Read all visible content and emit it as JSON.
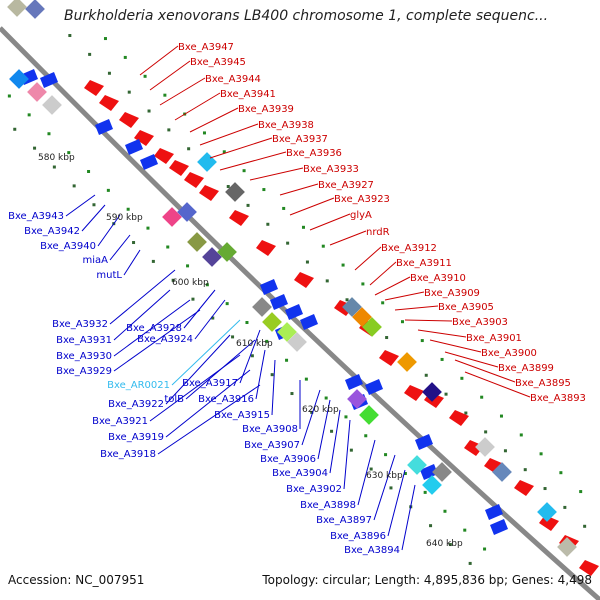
{
  "header": {
    "title": "Burkholderia xenovorans LB400 chromosome 1, complete sequenc..."
  },
  "footer": {
    "accession": "Accession: NC_007951",
    "summary": "Topology: circular; Length: 4,895,836 bp; Genes: 4,498"
  },
  "colors": {
    "forward_label": "#cc0000",
    "reverse_label": "#0000cc",
    "rna_label": "#33bbee",
    "backbone": "#888888",
    "forward_cds": "#ee1111",
    "reverse_cds": "#1133ee"
  },
  "scale": [
    {
      "text": "580 kbp"
    },
    {
      "text": "590 kbp"
    },
    {
      "text": "600 kbp"
    },
    {
      "text": "610 kbp"
    },
    {
      "text": "620 kbp"
    },
    {
      "text": "630 kbp"
    },
    {
      "text": "640 kbp"
    }
  ],
  "forward_genes": [
    "Bxe_A3947",
    "Bxe_A3945",
    "Bxe_A3944",
    "Bxe_A3941",
    "Bxe_A3939",
    "Bxe_A3938",
    "Bxe_A3937",
    "Bxe_A3936",
    "Bxe_A3933",
    "Bxe_A3927",
    "Bxe_A3923",
    "glyA",
    "nrdR",
    "Bxe_A3912",
    "Bxe_A3911",
    "Bxe_A3910",
    "Bxe_A3909",
    "Bxe_A3905",
    "Bxe_A3903",
    "Bxe_A3901",
    "Bxe_A3900",
    "Bxe_A3899",
    "Bxe_A3895",
    "Bxe_A3893"
  ],
  "reverse_genes": [
    "Bxe_A3943",
    "Bxe_A3942",
    "Bxe_A3940",
    "miaA",
    "mutL",
    "Bxe_A3932",
    "Bxe_A3928",
    "Bxe_A3931",
    "Bxe_A3924",
    "Bxe_A3930",
    "Bxe_A3929",
    "Bxe_AR0021",
    "Bxe_A3917",
    "Bxe_A3922",
    "tolB",
    "Bxe_A3916",
    "Bxe_A3921",
    "Bxe_A3915",
    "Bxe_A3919",
    "Bxe_A3908",
    "Bxe_A3918",
    "Bxe_A3907",
    "Bxe_A3906",
    "Bxe_A3904",
    "Bxe_A3902",
    "Bxe_A3898",
    "Bxe_A3897",
    "Bxe_A3896",
    "Bxe_A3894"
  ]
}
